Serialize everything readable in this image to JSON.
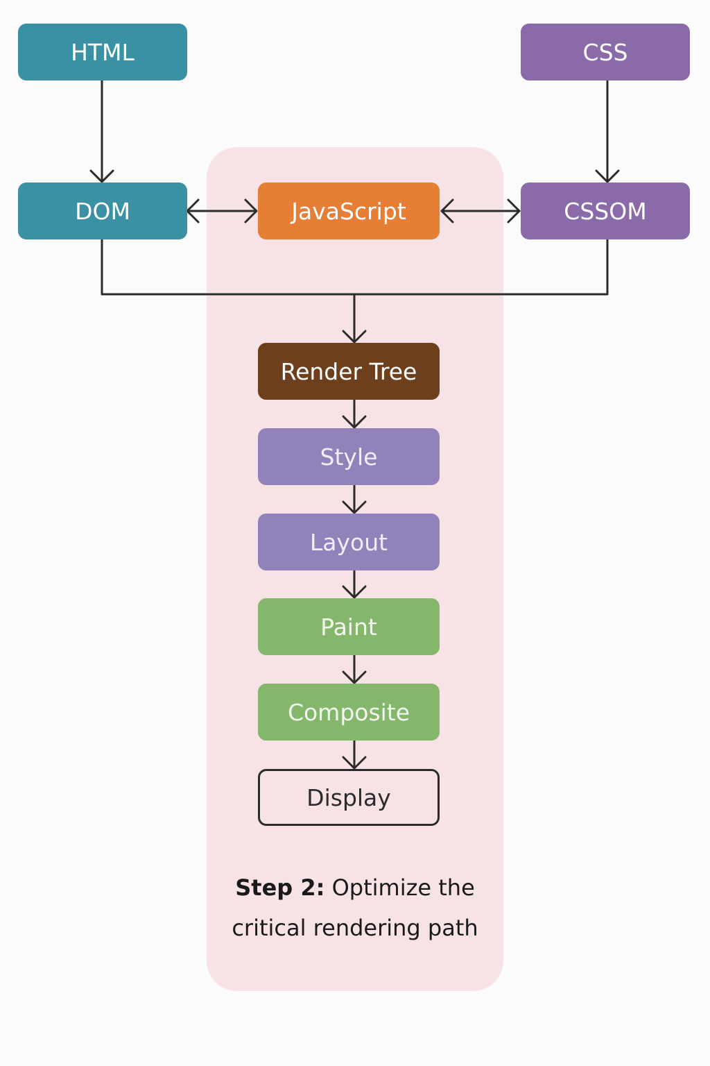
{
  "diagram": {
    "nodes": {
      "html": "HTML",
      "css": "CSS",
      "dom": "DOM",
      "javascript": "JavaScript",
      "cssom": "CSSOM",
      "render_tree": "Render Tree",
      "style": "Style",
      "layout": "Layout",
      "paint": "Paint",
      "composite": "Composite",
      "display": "Display"
    },
    "caption": {
      "step": "Step 2:",
      "line1_rest": "Optimize the",
      "line2": "critical rendering path"
    },
    "edges": [
      {
        "from": "HTML",
        "to": "DOM"
      },
      {
        "from": "CSS",
        "to": "CSSOM"
      },
      {
        "from": "DOM",
        "to": "JavaScript",
        "bidirectional": true
      },
      {
        "from": "JavaScript",
        "to": "CSSOM",
        "bidirectional": true
      },
      {
        "from": "DOM",
        "to": "Render Tree"
      },
      {
        "from": "CSSOM",
        "to": "Render Tree"
      },
      {
        "from": "Render Tree",
        "to": "Style"
      },
      {
        "from": "Style",
        "to": "Layout"
      },
      {
        "from": "Layout",
        "to": "Paint"
      },
      {
        "from": "Paint",
        "to": "Composite"
      },
      {
        "from": "Composite",
        "to": "Display"
      }
    ],
    "colors": {
      "html_dom": "#3a91a4",
      "css_cssom": "#8a6aa8",
      "javascript": "#e67e36",
      "render_tree": "#6e3f1c",
      "style_layout": "#9183ba",
      "paint_composite": "#84b66b",
      "display_border": "#2b2b2b",
      "panel": "#f7e3e6",
      "arrow": "#2b2b2b"
    }
  }
}
